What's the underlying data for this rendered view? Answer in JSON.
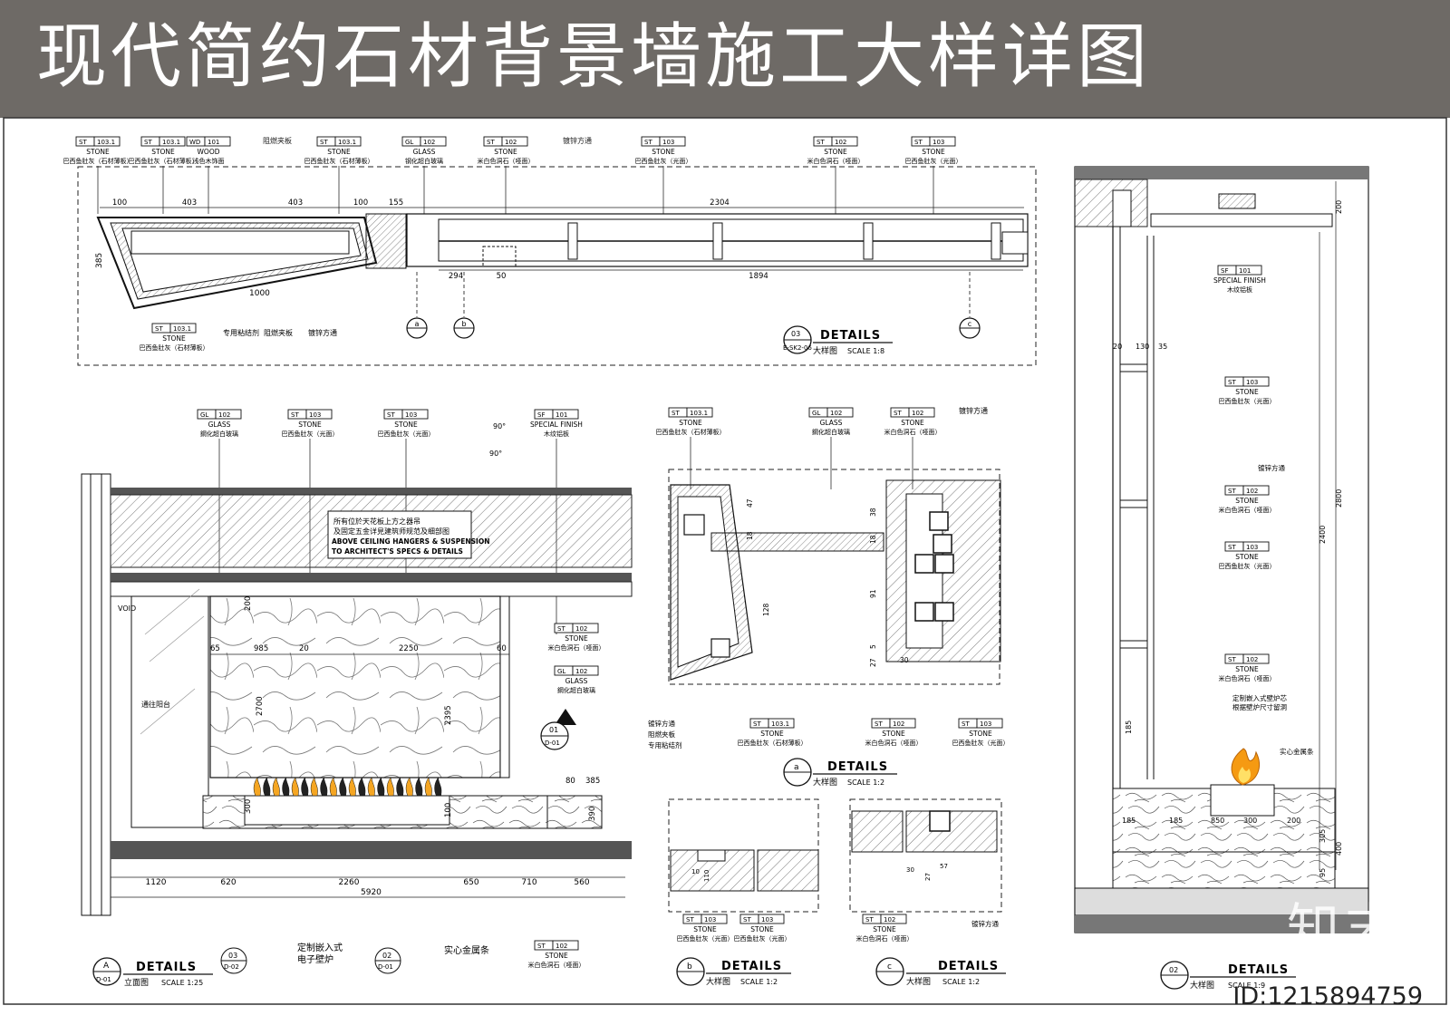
{
  "title": "现代简约石材背景墙施工大样详图",
  "watermark": "知末",
  "id_text": "ID:1215894759",
  "top_detail": {
    "tags": [
      {
        "code": "ST",
        "num": "103.1",
        "mat": "STONE",
        "desc": "巴西鱼肚灰（石材薄板）"
      },
      {
        "code": "ST",
        "num": "103.1",
        "mat": "STONE",
        "desc": "巴西鱼肚灰（石材薄板）"
      },
      {
        "code": "WD",
        "num": "101",
        "mat": "WOOD",
        "desc": "浅色木饰面"
      },
      {
        "code": "ST",
        "num": "103.1",
        "mat": "STONE",
        "desc": "巴西鱼肚灰（石材薄板）"
      },
      {
        "code": "GL",
        "num": "102",
        "mat": "GLASS",
        "desc": "钢化超白玻璃"
      },
      {
        "code": "ST",
        "num": "102",
        "mat": "STONE",
        "desc": "米白色洞石（哑面）"
      },
      {
        "code": "ST",
        "num": "103",
        "mat": "STONE",
        "desc": "巴西鱼肚灰（光面）"
      },
      {
        "code": "ST",
        "num": "102",
        "mat": "STONE",
        "desc": "米白色洞石（哑面）"
      },
      {
        "code": "ST",
        "num": "103",
        "mat": "STONE",
        "desc": "巴西鱼肚灰（光面）"
      }
    ],
    "note_zuran": "阻燃夹板",
    "note_dugang": "镀锌方通",
    "bottom_tag": {
      "code": "ST",
      "num": "103.1",
      "mat": "STONE",
      "desc": "巴西鱼肚灰（石材薄板）"
    },
    "bottom_notes": [
      "专用粘结剂",
      "阻燃夹板",
      "镀锌方通"
    ],
    "dims_top": [
      "100",
      "403",
      "403",
      "100",
      "155",
      "2304"
    ],
    "dims_bottom": [
      "294",
      "50",
      "1894"
    ],
    "dim_1000": "1000",
    "dim_left": "385",
    "markers": [
      "a",
      "b",
      "c"
    ],
    "title_num": "03",
    "title_ref": "E-SK2-06",
    "title_en": "DETAILS",
    "title_cn": "大样图",
    "scale": "SCALE  1:8"
  },
  "elevation": {
    "tags": [
      {
        "code": "GL",
        "num": "102",
        "mat": "GLASS",
        "desc": "鋼化超白玻璃"
      },
      {
        "code": "ST",
        "num": "103",
        "mat": "STONE",
        "desc": "巴西鱼肚灰（光面）"
      },
      {
        "code": "ST",
        "num": "103",
        "mat": "STONE",
        "desc": "巴西鱼肚灰（光面）"
      },
      {
        "code": "SF",
        "num": "101",
        "mat": "SPECIAL FINISH",
        "desc": "木纹铝板"
      }
    ],
    "angle1": "90°",
    "angle2": "90°",
    "ceiling_note": [
      "所有位於天花板上方之器吊",
      "及固定五金详見建筑师规范及细部图",
      "ABOVE CEILING HANGERS & SUSPENSION",
      "TO ARCHITECT'S SPECS & DETAILS"
    ],
    "void": "VOID",
    "stair": "通往阳台",
    "right_tags": [
      {
        "code": "ST",
        "num": "102",
        "mat": "STONE",
        "desc": "米白色洞石（哑面）"
      },
      {
        "code": "GL",
        "num": "102",
        "mat": "GLASS",
        "desc": "鋼化超白玻璃"
      }
    ],
    "dims_inner": [
      "65",
      "985",
      "20",
      "2250",
      "60"
    ],
    "dims_vert": [
      "2700",
      "2395",
      "200",
      "300",
      "100"
    ],
    "dims_right": [
      "80",
      "385",
      "390"
    ],
    "section_mark": {
      "num": "01",
      "ref": "D-01"
    },
    "dims_bottom": [
      "1120",
      "620",
      "2260",
      "650",
      "710",
      "560"
    ],
    "dim_total": "5920",
    "callouts": [
      {
        "num": "03",
        "ref": "D-02",
        "text": "定制嵌入式\n电子壁炉"
      },
      {
        "num": "02",
        "ref": "D-01",
        "text": ""
      }
    ],
    "label_metal": "实心金属条",
    "bottom_tag": {
      "code": "ST",
      "num": "102",
      "mat": "STONE",
      "desc": "米白色洞石（哑面）"
    },
    "title_letter": "A",
    "title_ref": "D-01",
    "title_en": "DETAILS",
    "title_cn": "立面图",
    "scale": "SCALE  1:25"
  },
  "detail_a": {
    "tags": [
      {
        "code": "ST",
        "num": "103.1",
        "mat": "STONE",
        "desc": "巴西鱼肚灰（石材薄板）"
      },
      {
        "code": "GL",
        "num": "102",
        "mat": "GLASS",
        "desc": "鋼化超白玻璃"
      },
      {
        "code": "ST",
        "num": "102",
        "mat": "STONE",
        "desc": "米白色洞石（哑面）"
      }
    ],
    "note": "镀锌方通",
    "left_notes": [
      "镀锌方通",
      "阻燃夹板",
      "专用粘结剂"
    ],
    "bottom_tags": [
      {
        "code": "ST",
        "num": "103.1",
        "mat": "STONE",
        "desc": "巴西鱼肚灰（石材薄板）"
      },
      {
        "code": "ST",
        "num": "102",
        "mat": "STONE",
        "desc": "米白色洞石（哑面）"
      },
      {
        "code": "ST",
        "num": "103",
        "mat": "STONE",
        "desc": "巴西鱼肚灰（光面）"
      }
    ],
    "dims": [
      "47",
      "18",
      "128",
      "38",
      "18",
      "91",
      "5",
      "27",
      "30"
    ],
    "title_letter": "a",
    "title_en": "DETAILS",
    "title_cn": "大样图",
    "scale": "SCALE  1:2"
  },
  "detail_b": {
    "dims": [
      "10",
      "110"
    ],
    "tags": [
      {
        "code": "ST",
        "num": "103",
        "mat": "STONE",
        "desc": "巴西鱼肚灰（光面）"
      },
      {
        "code": "ST",
        "num": "103",
        "mat": "STONE",
        "desc": "巴西鱼肚灰（光面）"
      }
    ],
    "title_letter": "b",
    "title_en": "DETAILS",
    "title_cn": "大样图",
    "scale": "SCALE  1:2"
  },
  "detail_c": {
    "dims": [
      "30",
      "27",
      "57"
    ],
    "tags": [
      {
        "code": "ST",
        "num": "102",
        "mat": "STONE",
        "desc": "米白色洞石（哑面）"
      }
    ],
    "note": "镀锌方通",
    "title_letter": "c",
    "title_en": "DETAILS",
    "title_cn": "大样图",
    "scale": "SCALE  1:2"
  },
  "section": {
    "tags": [
      {
        "code": "SF",
        "num": "101",
        "mat": "SPECIAL FINISH",
        "desc": "木纹铝板"
      },
      {
        "code": "ST",
        "num": "103",
        "mat": "STONE",
        "desc": "巴西鱼肚灰（光面）"
      },
      {
        "code": "ST",
        "num": "102",
        "mat": "STONE",
        "desc": "米白色洞石（哑面）"
      },
      {
        "code": "ST",
        "num": "103",
        "mat": "STONE",
        "desc": "巴西鱼肚灰（光面）"
      },
      {
        "code": "ST",
        "num": "102",
        "mat": "STONE",
        "desc": "米白色洞石（哑面）"
      }
    ],
    "note_dugang": "镀锌方通",
    "fire_note": "定制嵌入式壁炉芯\n根据壁炉尺寸留洞",
    "metal_note": "实心金属条",
    "dims_top": [
      "20",
      "130",
      "35"
    ],
    "dims_v": [
      "200",
      "2800",
      "2400",
      "185",
      "305",
      "400",
      "95"
    ],
    "dims_bottom": [
      "185",
      "185",
      "850",
      "300",
      "200"
    ],
    "title_num": "02",
    "title_en": "DETAILS",
    "title_cn": "大样图",
    "scale": "SCALE  1:9"
  }
}
